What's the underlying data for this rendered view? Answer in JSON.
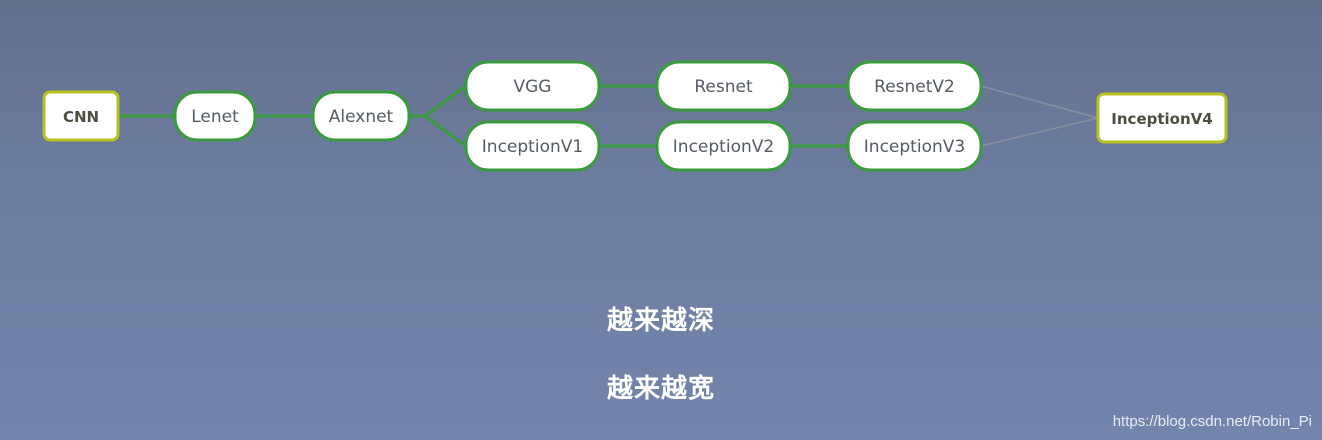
{
  "diagram": {
    "colors": {
      "edge_primary": "#3a9a3e",
      "edge_faint": "#8a8f9f",
      "node_fill": "#ffffff",
      "node_border": "#3a9a3e",
      "node_border_highlight": "#b7c21e"
    },
    "nodes": [
      {
        "id": "cnn",
        "label": "CNN",
        "highlight": true
      },
      {
        "id": "lenet",
        "label": "Lenet",
        "highlight": false
      },
      {
        "id": "alexnet",
        "label": "Alexnet",
        "highlight": false
      },
      {
        "id": "vgg",
        "label": "VGG",
        "highlight": false
      },
      {
        "id": "resnet",
        "label": "Resnet",
        "highlight": false
      },
      {
        "id": "resnetv2",
        "label": "ResnetV2",
        "highlight": false
      },
      {
        "id": "inceptionv1",
        "label": "InceptionV1",
        "highlight": false
      },
      {
        "id": "inceptionv2",
        "label": "InceptionV2",
        "highlight": false
      },
      {
        "id": "inceptionv3",
        "label": "InceptionV3",
        "highlight": false
      },
      {
        "id": "inceptionv4",
        "label": "InceptionV4",
        "highlight": true
      }
    ],
    "edges": [
      {
        "from": "cnn",
        "to": "lenet",
        "style": "primary"
      },
      {
        "from": "lenet",
        "to": "alexnet",
        "style": "primary"
      },
      {
        "from": "alexnet",
        "to": "vgg",
        "style": "primary"
      },
      {
        "from": "alexnet",
        "to": "inceptionv1",
        "style": "primary"
      },
      {
        "from": "vgg",
        "to": "resnet",
        "style": "primary"
      },
      {
        "from": "resnet",
        "to": "resnetv2",
        "style": "primary"
      },
      {
        "from": "inceptionv1",
        "to": "inceptionv2",
        "style": "primary"
      },
      {
        "from": "inceptionv2",
        "to": "inceptionv3",
        "style": "primary"
      },
      {
        "from": "resnetv2",
        "to": "inceptionv4",
        "style": "faint"
      },
      {
        "from": "inceptionv3",
        "to": "inceptionv4",
        "style": "faint"
      }
    ]
  },
  "captions": {
    "deeper": "越来越深",
    "wider": "越来越宽"
  },
  "watermark": "https://blog.csdn.net/Robin_Pi"
}
